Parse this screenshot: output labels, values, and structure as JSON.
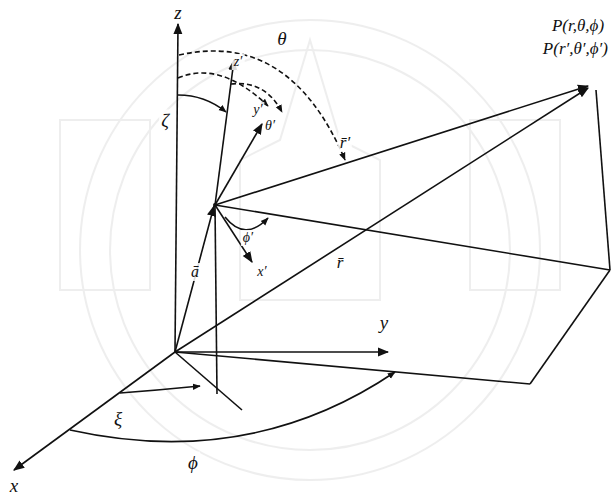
{
  "diagram": {
    "labels": [
      "z",
      "z′",
      "ζ",
      "θ",
      "θ′",
      "y′",
      "r̄′",
      "r̄",
      "ā",
      "ϕ′",
      "x′",
      "y",
      "ξ",
      "x",
      "ϕ",
      "P(r,θ,ϕ)",
      "P(r′,θ′,ϕ′)"
    ]
  }
}
